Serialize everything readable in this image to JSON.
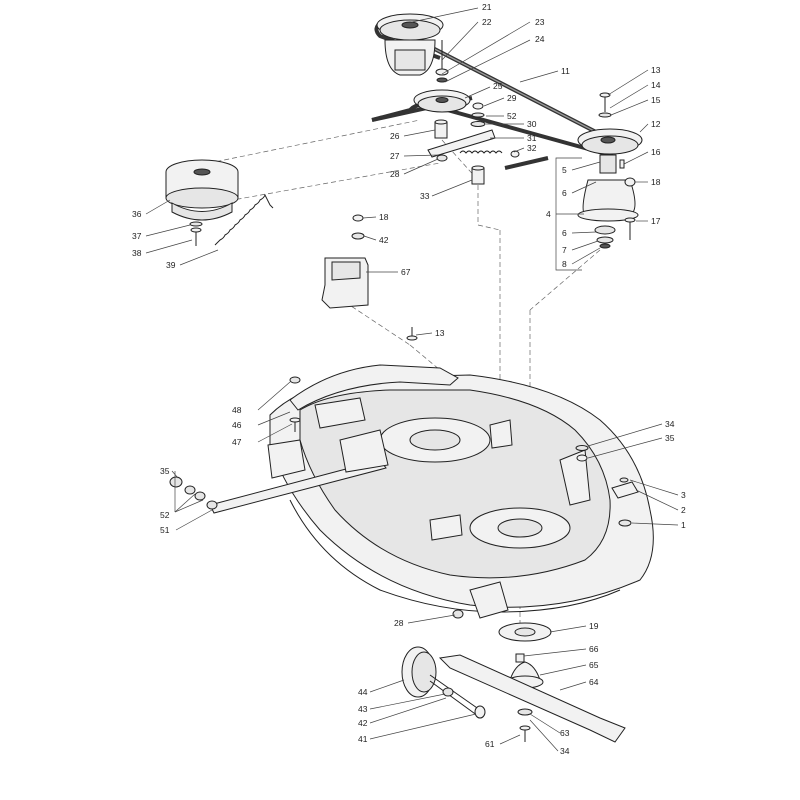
{
  "callouts": {
    "c21": "21",
    "c22": "22",
    "c23": "23",
    "c24": "24",
    "c11": "11",
    "c25": "25",
    "c29": "29",
    "c52a": "52",
    "c30": "30",
    "c26": "26",
    "c31": "31",
    "c32": "32",
    "c27": "27",
    "c28a": "28",
    "c33": "33",
    "c13a": "13",
    "c14": "14",
    "c15": "15",
    "c12": "12",
    "c16": "16",
    "c5": "5",
    "c18a": "18",
    "c6a": "6",
    "c4": "4",
    "c17": "17",
    "c6b": "6",
    "c7": "7",
    "c8": "8",
    "c36": "36",
    "c37": "37",
    "c38": "38",
    "c39": "39",
    "c18b": "18",
    "c42a": "42",
    "c67": "67",
    "c13b": "13",
    "c48": "48",
    "c46": "46",
    "c47": "47",
    "c34a": "34",
    "c35a": "35",
    "c3": "3",
    "c2": "2",
    "c1": "1",
    "c35b": "35",
    "c52b": "52",
    "c51": "51",
    "c28b": "28",
    "c19": "19",
    "c66": "66",
    "c65": "65",
    "c64": "64",
    "c44": "44",
    "c43": "43",
    "c42b": "42",
    "c41": "41",
    "c63": "63",
    "c61": "61",
    "c34b": "34"
  }
}
